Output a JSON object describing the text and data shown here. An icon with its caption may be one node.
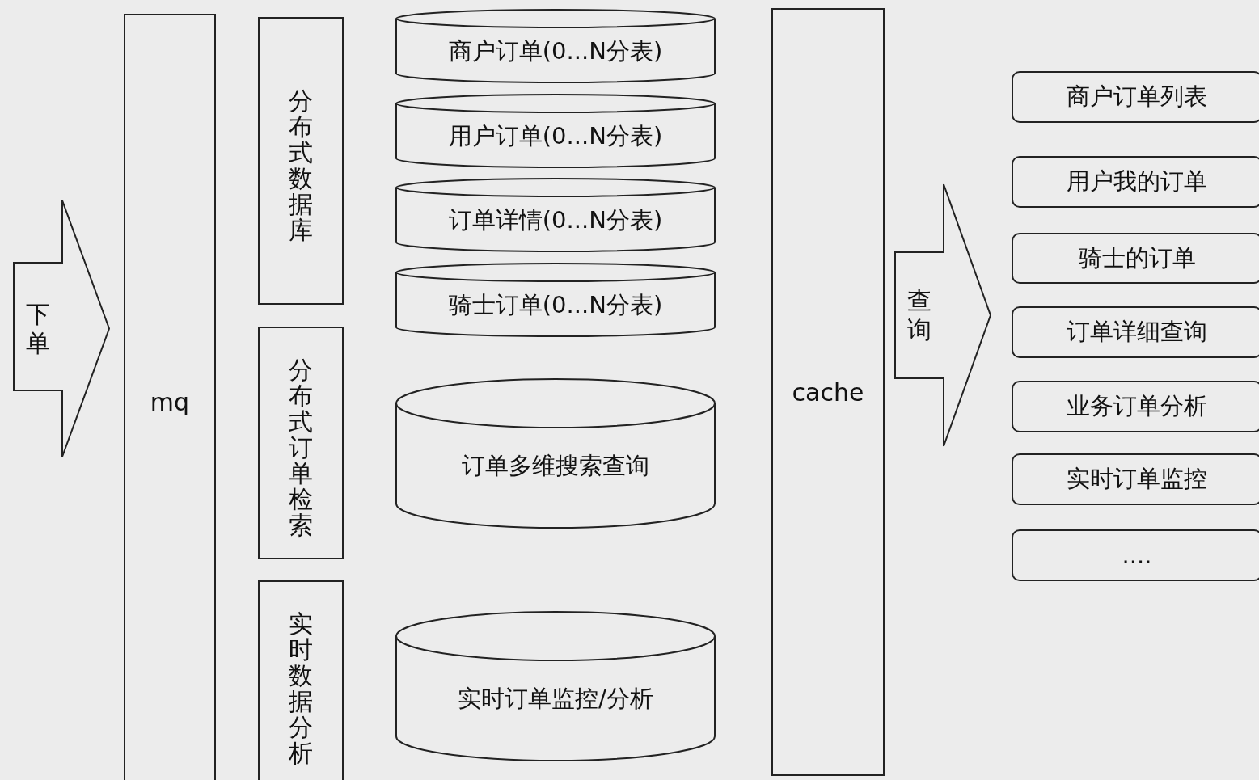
{
  "diagram": {
    "nodes": [
      {
        "text": [
          "mq"
        ]
      },
      {
        "text": [
          "分布式数据库"
        ]
      },
      {
        "text": [
          "商户订单(0...N分表)"
        ]
      },
      {
        "text": [
          "用户订单(0...N分表)"
        ]
      },
      {
        "text": [
          "订单详情(0...N分表)"
        ]
      },
      {
        "text": [
          "骑士订单(0...N分表)"
        ]
      },
      {
        "text": [
          "分布式订单检索"
        ]
      },
      {
        "text": [
          "订单多维搜索查询"
        ]
      },
      {
        "text": [
          "实时数据分析"
        ]
      },
      {
        "text": [
          "实时订单监控/分析"
        ]
      },
      {
        "text": [
          "cache"
        ]
      },
      {
        "text": [
          "商户订单列表"
        ]
      },
      {
        "text": [
          "用户我的订单"
        ]
      },
      {
        "text": [
          "骑士的订单"
        ]
      },
      {
        "text": [
          "订单详细查询"
        ]
      },
      {
        "text": [
          "业务订单分析"
        ]
      },
      {
        "text": [
          "实时订单监控"
        ]
      },
      {
        "text": [
          "...."
        ]
      }
    ],
    "edges": [
      {
        "from": null,
        "to": 0,
        "arrow": "to",
        "label": "下单"
      },
      {
        "from": 10,
        "to": null,
        "arrow": "to",
        "label": "查询"
      }
    ]
  }
}
